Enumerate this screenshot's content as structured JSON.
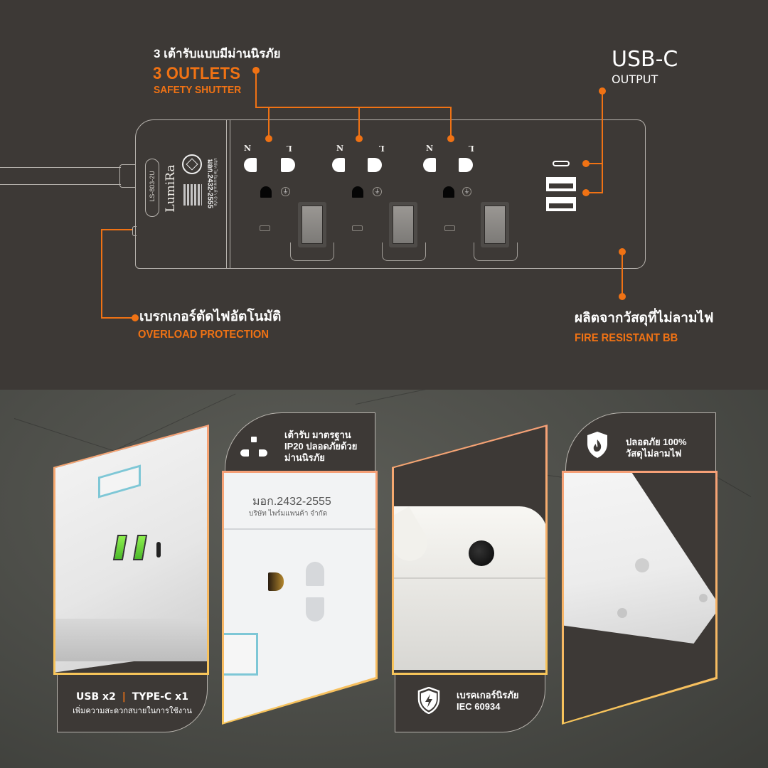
{
  "features_top": {
    "outlets": {
      "thai_title": "3 เต้ารับแบบมีม่านนิรภัย",
      "title": "3 OUTLETS",
      "subtitle": "SAFETY SHUTTER"
    },
    "usb_c": {
      "title": "USB-C",
      "subtitle": "OUTPUT"
    },
    "overload": {
      "thai_title": "เบรกเกอร์ตัดไฟอัตโนมัติ",
      "subtitle": "OVERLOAD PROTECTION"
    },
    "fire": {
      "thai_title": "ผลิตจากวัสดุที่ไม่ลามไฟ",
      "subtitle": "FIRE RESISTANT BB"
    }
  },
  "product": {
    "model": "LS-803-2U",
    "brand": "LumiRa",
    "standard": "มอก.2432-2555",
    "company": "บริษัท ไพร์มแพนเค้า จำกัด",
    "outlet_labels": [
      "N",
      "L"
    ],
    "outlet_count": 3
  },
  "panels": [
    {
      "id": "usb",
      "caption_line1_a": "USB x2",
      "caption_sep": "|",
      "caption_line1_b": "TYPE-C x1",
      "caption_line2": "เพิ่มความสะดวกสบายในการใช้งาน"
    },
    {
      "id": "socket",
      "icon": "outlet-icon",
      "caption": [
        "เต้ารับ มาตรฐาน",
        "IP20 ปลอดภัยด้วย",
        "ม่านนิรภัย"
      ],
      "photo_text": [
        "มอก.2432-2555",
        "บริษัท ไพร์มแพนค้า จำกัด"
      ]
    },
    {
      "id": "breaker",
      "icon": "shield-bolt-icon",
      "caption": [
        "เบรคเกอร์นิรภัย",
        "IEC 60934"
      ]
    },
    {
      "id": "fire",
      "icon": "shield-flame-icon",
      "caption": [
        "ปลอดภัย 100%",
        "วัสดุไม่ลามไฟ"
      ]
    }
  ],
  "colors": {
    "background": "#3d3936",
    "accent_orange": "#f07214",
    "frame_top": "#f6a077",
    "frame_bottom": "#f7c55a",
    "usb_green": "#5fd23a",
    "switch_blue": "#7ec7d6"
  }
}
